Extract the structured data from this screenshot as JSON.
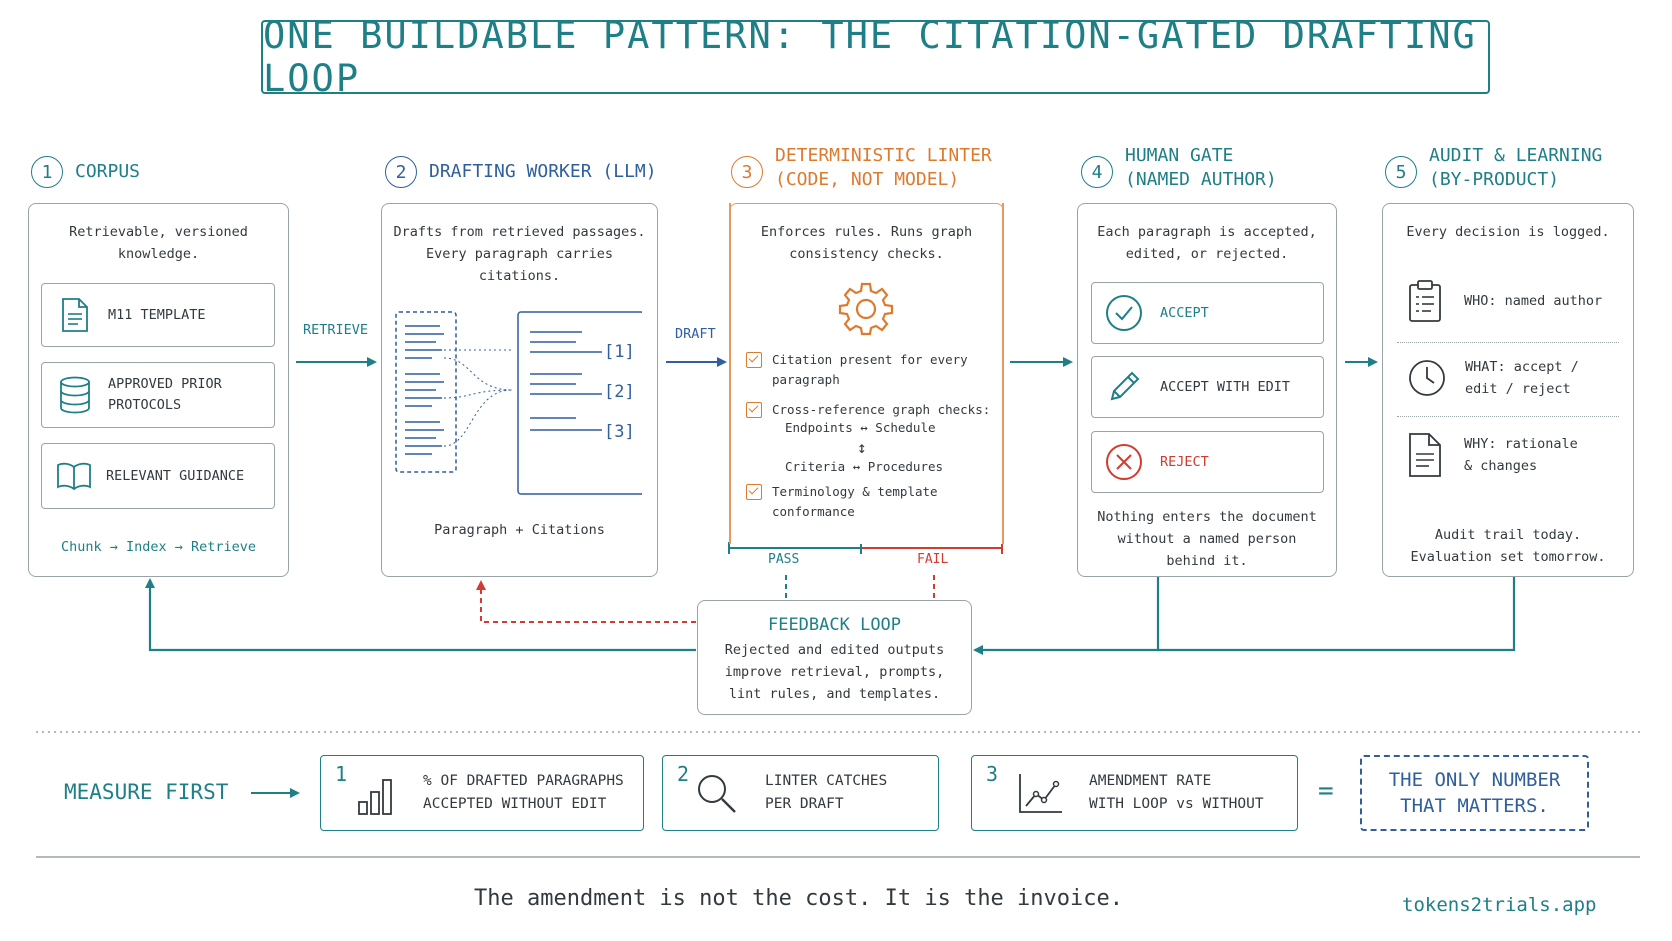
{
  "title": "ONE BUILDABLE PATTERN: THE CITATION-GATED DRAFTING LOOP",
  "colors": {
    "teal": "#1e7f86",
    "orange": "#de7a2e",
    "red": "#d33b2e",
    "blue": "#2f5f9c",
    "gray_border": "#9aa3a8"
  },
  "steps": [
    {
      "num": "1",
      "title": "CORPUS",
      "desc": "Retrievable, versioned\nknowledge.",
      "items": [
        {
          "icon": "document-icon",
          "label": "M11 TEMPLATE"
        },
        {
          "icon": "database-icon",
          "label": "APPROVED PRIOR\nPROTOCOLS"
        },
        {
          "icon": "book-icon",
          "label": "RELEVANT GUIDANCE"
        }
      ],
      "footer": "Chunk → Index → Retrieve"
    },
    {
      "num": "2",
      "title": "DRAFTING WORKER (LLM)",
      "desc": "Drafts from retrieved passages.\nEvery paragraph carries\ncitations.",
      "citations": [
        "[1]",
        "[2]",
        "[3]"
      ],
      "footer": "Paragraph + Citations"
    },
    {
      "num": "3",
      "title": "DETERMINISTIC LINTER\n(CODE, NOT MODEL)",
      "desc": "Enforces rules. Runs graph\nconsistency checks.",
      "checks": [
        "Citation present for every\nparagraph",
        "Cross-reference graph checks:",
        "Terminology & template\nconformance"
      ],
      "graph_line_1": "Endpoints ↔ Schedule",
      "graph_arrow": "↕",
      "graph_line_2": "Criteria ↔ Procedures",
      "pass": "PASS",
      "fail": "FAIL"
    },
    {
      "num": "4",
      "title": "HUMAN GATE\n(NAMED AUTHOR)",
      "desc": "Each paragraph is accepted,\nedited, or rejected.",
      "options": [
        {
          "icon": "check-circle-icon",
          "label": "ACCEPT"
        },
        {
          "icon": "pencil-icon",
          "label": "ACCEPT WITH EDIT"
        },
        {
          "icon": "x-circle-icon",
          "label": "REJECT"
        }
      ],
      "footer": "Nothing enters the document\nwithout a named person\nbehind it."
    },
    {
      "num": "5",
      "title": "AUDIT & LEARNING\n(BY-PRODUCT)",
      "desc": "Every decision is logged.",
      "entries": [
        {
          "icon": "clipboard-icon",
          "label": "WHO: named author"
        },
        {
          "icon": "clock-icon",
          "label": "WHAT: accept /\nedit / reject"
        },
        {
          "icon": "document-icon",
          "label": "WHY: rationale\n& changes"
        }
      ],
      "footer": "Audit trail today.\nEvaluation set tomorrow."
    }
  ],
  "arrows": {
    "retrieve": "RETRIEVE",
    "draft": "DRAFT"
  },
  "feedback": {
    "title": "FEEDBACK LOOP",
    "desc": "Rejected and edited outputs\nimprove retrieval, prompts,\nlint rules, and templates."
  },
  "measure": {
    "label": "MEASURE FIRST",
    "metrics": [
      {
        "num": "1",
        "icon": "bar-chart-icon",
        "label": "% OF DRAFTED PARAGRAPHS\nACCEPTED WITHOUT EDIT"
      },
      {
        "num": "2",
        "icon": "magnifier-icon",
        "label": "LINTER CATCHES\nPER DRAFT"
      },
      {
        "num": "3",
        "icon": "line-chart-icon",
        "label": "AMENDMENT RATE\nWITH LOOP vs WITHOUT"
      }
    ],
    "equals": "=",
    "result": "THE ONLY NUMBER\nTHAT MATTERS."
  },
  "footer": {
    "quote": "The amendment is not the cost. It is the invoice.",
    "site": "tokens2trials.app"
  }
}
